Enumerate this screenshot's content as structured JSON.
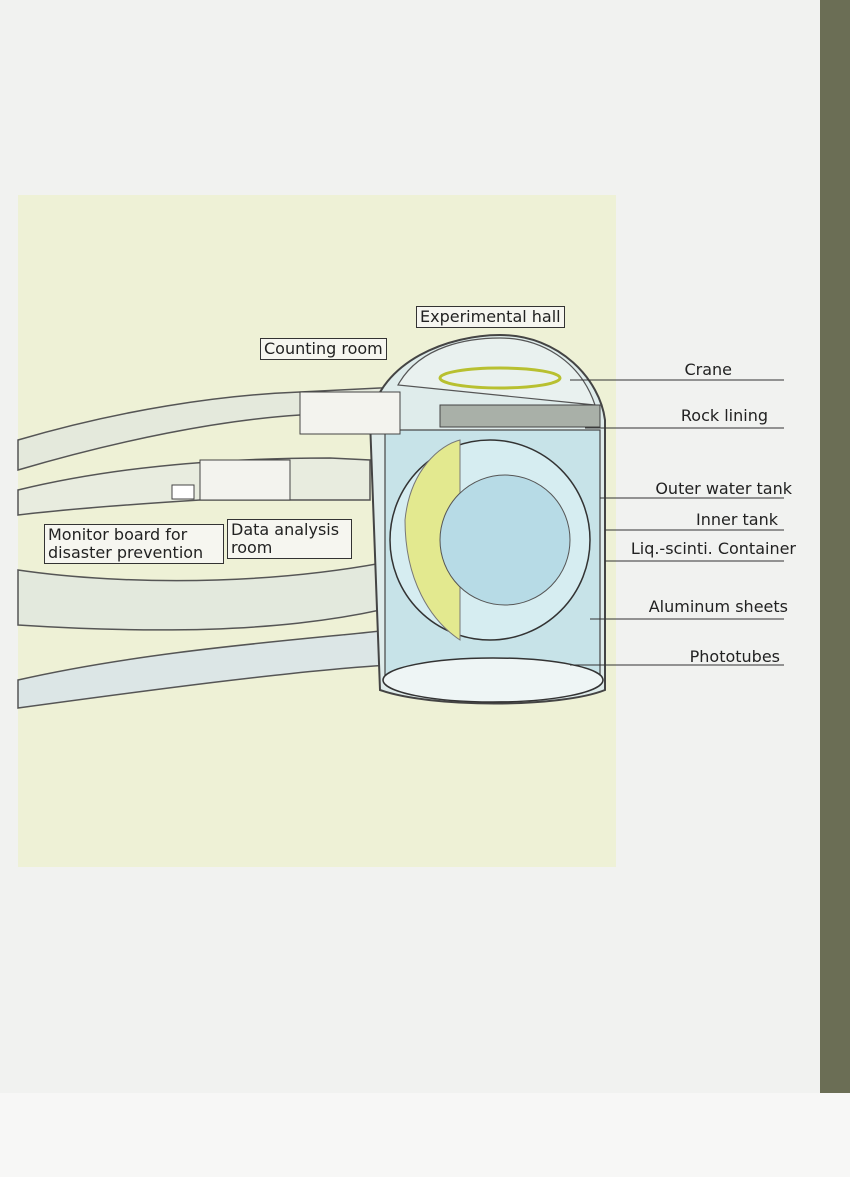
{
  "labels": {
    "experimental_hall": "Experimental hall",
    "counting_room": "Counting room",
    "monitor_board_line1": "Monitor board for",
    "monitor_board_line2": "disaster prevention",
    "data_analysis_line1": "Data analysis",
    "data_analysis_line2": "room",
    "crane": "Crane",
    "rock_lining": "Rock lining",
    "outer_water_tank": "Outer water tank",
    "inner_tank": "Inner tank",
    "liq_scinti_container": "Liq.-scinti. Container",
    "aluminum_sheets": "Aluminum sheets",
    "phototubes": "Phototubes"
  },
  "colors": {
    "panel": "#eef1d6",
    "water": "#bfe0e6",
    "rock": "#e6ebe0",
    "strip": "#6b6e55"
  }
}
